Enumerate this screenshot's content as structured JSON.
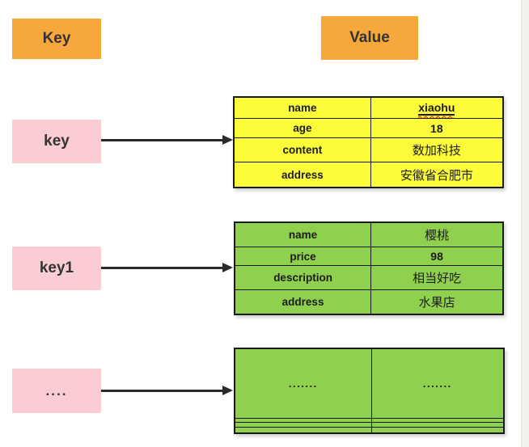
{
  "diagram": {
    "column_headers": {
      "key": "Key",
      "value": "Value"
    },
    "keys": [
      {
        "label": "key"
      },
      {
        "label": "key1"
      },
      {
        "label": "...."
      }
    ],
    "tables": [
      {
        "id": "hash-of-key",
        "fill_color": "#FCFC3A",
        "rows": [
          {
            "field": "name",
            "value": "xiaohu"
          },
          {
            "field": "age",
            "value": "18"
          },
          {
            "field": "content",
            "value": "数加科技"
          },
          {
            "field": "address",
            "value": "安徽省合肥市"
          }
        ]
      },
      {
        "id": "hash-of-key1",
        "fill_color": "#90D04F",
        "rows": [
          {
            "field": "name",
            "value": "樱桃"
          },
          {
            "field": "price",
            "value": "98"
          },
          {
            "field": "description",
            "value": "相当好吃"
          },
          {
            "field": "address",
            "value": "水果店"
          }
        ]
      },
      {
        "id": "hash-ellipsis",
        "fill_color": "#90D04F",
        "rows": [
          {
            "field": ".......",
            "value": "......."
          },
          {
            "field": "",
            "value": ""
          },
          {
            "field": "",
            "value": ""
          },
          {
            "field": "",
            "value": ""
          }
        ]
      }
    ],
    "colors": {
      "header_orange": "#F6A83D",
      "key_pink": "#FACDD3",
      "table_yellow": "#FCFC3A",
      "table_green": "#90D04F",
      "arrow_black": "#2A2A2A",
      "border_black": "#1A1A1A",
      "misspell_squiggle": "#E8391D",
      "page_edge_gray": "#F2F1ED"
    }
  }
}
